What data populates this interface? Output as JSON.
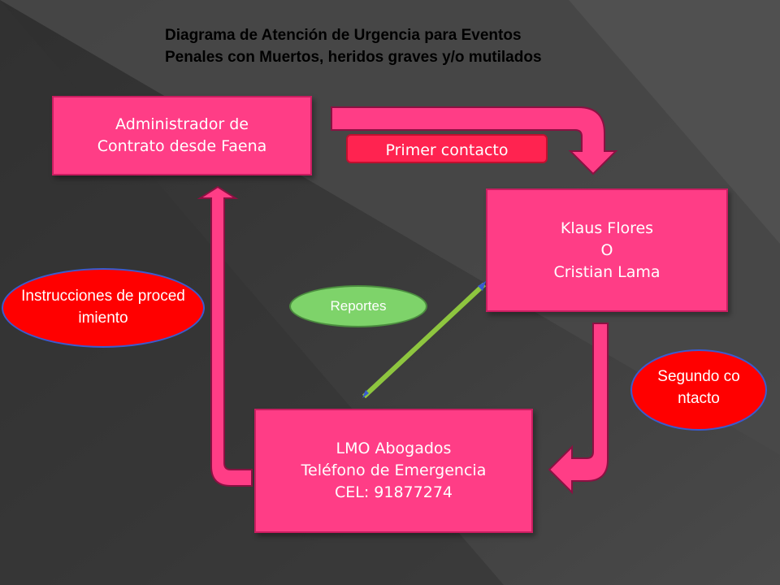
{
  "title": "Diagrama de Atención de Urgencia para Eventos Penales con Muertos, heridos graves y/o mutilados",
  "boxes": {
    "admin": {
      "lines": [
        "Administrador de",
        "Contrato desde Faena"
      ]
    },
    "klaus": {
      "lines": [
        "Klaus Flores",
        "O",
        "Cristian Lama"
      ]
    },
    "lmo": {
      "lines": [
        "LMO Abogados",
        "Teléfono de Emergencia",
        "CEL: 91877274"
      ]
    }
  },
  "labels": {
    "primer_contacto": "Primer contacto",
    "reportes": "Reportes",
    "instrucciones": "Instrucciones de procedimiento",
    "segundo_contacto": "Segundo contacto"
  },
  "colors": {
    "box_fill": "#ff3d86",
    "arrow_fill": "#ff3d86",
    "pill_fill": "#ff2350",
    "ellipse_red": "#ff0000",
    "reportes_green": "#7ed36a",
    "line_green": "#8ec63f"
  }
}
